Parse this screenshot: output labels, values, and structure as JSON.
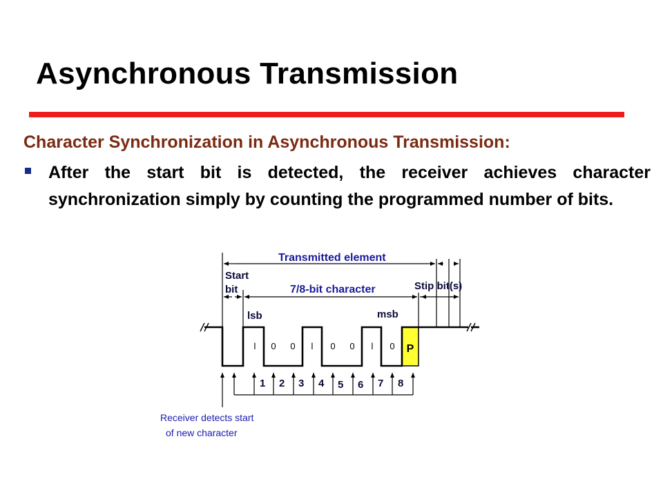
{
  "slide": {
    "title": "Asynchronous Transmission",
    "subtitle": "Character Synchronization in Asynchronous Transmission:",
    "bullet": "After the start bit is detected, the receiver achieves character synchronization simply by counting the programmed number of bits."
  },
  "diagram": {
    "transmitted_element": "Transmitted element",
    "start_bit_line1": "Start",
    "start_bit_line2": "bit",
    "character_label": "7/8-bit character",
    "stop_bits_label": "Stip bit(s)",
    "lsb_label": "lsb",
    "msb_label": "msb",
    "bit_values": [
      "l",
      "0",
      "0",
      "l",
      "0",
      "0",
      "l",
      "0"
    ],
    "parity_label": "P",
    "sample_numbers": [
      "1",
      "2",
      "3",
      "4",
      "5",
      "6",
      "7",
      "8"
    ],
    "caption_line1": "Receiver detects start",
    "caption_line2": "of new character",
    "colors": {
      "title_rule": "#ee1c1c",
      "subtitle": "#7b2a12",
      "parity_fill": "#ffff33",
      "label_blue": "#1a1a9a",
      "caption_blue": "#1a1ab0"
    }
  }
}
